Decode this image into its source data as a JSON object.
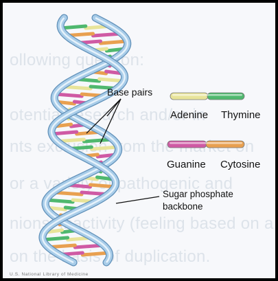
{
  "background_text_lines": [
    "ollowing question:",
    "otential research and/or in",
    "nts exclusion from the market on",
    "or a variety of pathogenic and",
    "nions, inactivity (feeling based on a",
    "on the basis of duplication."
  ],
  "labels": {
    "base_pairs": "Base pairs",
    "sugar_phosphate_line1": "Sugar phosphate",
    "sugar_phosphate_line2": "backbone"
  },
  "legend": {
    "adenine": "Adenine",
    "thymine": "Thymine",
    "guanine": "Guanine",
    "cytosine": "Cytosine"
  },
  "credit": "U.S. National Library of Medicine",
  "colors": {
    "backbone": "#a9cde9",
    "adenine": "#e8e49a",
    "thymine": "#4fb86e",
    "guanine": "#cf5aa4",
    "cytosine": "#e8a050"
  }
}
